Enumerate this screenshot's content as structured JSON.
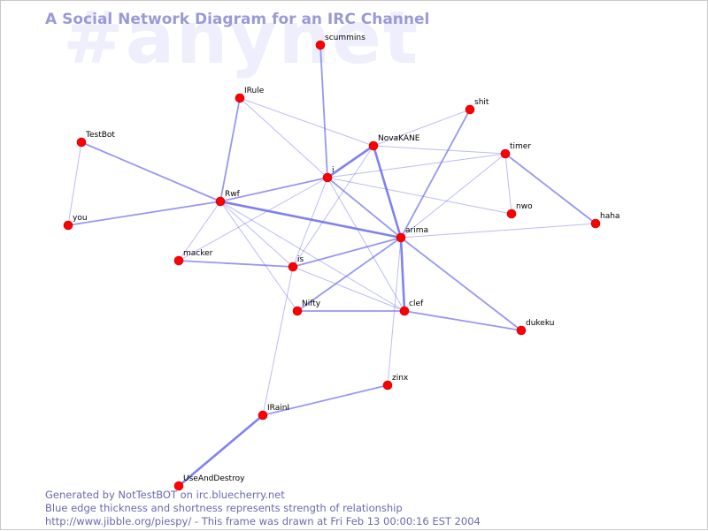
{
  "watermark": "#anynet",
  "title": "A Social Network Diagram for an IRC Channel",
  "footer": {
    "line1": "Generated by NotTestBOT on irc.bluecherry.net",
    "line2": "Blue edge thickness and shortness represents strength of relationship",
    "line3": "http://www.jibble.org/piespy/ - This frame was drawn at Fri Feb 13 00:00:16 EST 2004"
  },
  "colors": {
    "node": "#ff0000",
    "edge": "#6b6bef",
    "title": "#9a9ad8",
    "watermark": "#eeeefc",
    "footer": "#6a6ab0"
  },
  "nodes": [
    {
      "id": "scummins",
      "label": "scummins"
    },
    {
      "id": "IRule",
      "label": "IRule"
    },
    {
      "id": "shit",
      "label": "shit"
    },
    {
      "id": "TestBot",
      "label": "TestBot"
    },
    {
      "id": "NovaKANE",
      "label": "NovaKANE"
    },
    {
      "id": "timer",
      "label": "timer"
    },
    {
      "id": "i",
      "label": "i"
    },
    {
      "id": "Rwf",
      "label": "Rwf"
    },
    {
      "id": "nwo",
      "label": "nwo"
    },
    {
      "id": "you",
      "label": "you"
    },
    {
      "id": "haha",
      "label": "haha"
    },
    {
      "id": "arima",
      "label": "arima"
    },
    {
      "id": "macker",
      "label": "macker"
    },
    {
      "id": "is",
      "label": "is"
    },
    {
      "id": "Nifty",
      "label": "Nifty"
    },
    {
      "id": "clef",
      "label": "clef"
    },
    {
      "id": "dukeku",
      "label": "dukeku"
    },
    {
      "id": "zinx",
      "label": "zinx"
    },
    {
      "id": "IRainI",
      "label": "IRainI"
    },
    {
      "id": "UseAndDestroy",
      "label": "UseAndDestroy"
    }
  ],
  "edges": [
    {
      "source": "scummins",
      "target": "i",
      "weight": 2
    },
    {
      "source": "IRule",
      "target": "i",
      "weight": 1
    },
    {
      "source": "IRule",
      "target": "Rwf",
      "weight": 2
    },
    {
      "source": "TestBot",
      "target": "Rwf",
      "weight": 2
    },
    {
      "source": "TestBot",
      "target": "you",
      "weight": 1
    },
    {
      "source": "you",
      "target": "Rwf",
      "weight": 2
    },
    {
      "source": "Rwf",
      "target": "i",
      "weight": 2
    },
    {
      "source": "Rwf",
      "target": "arima",
      "weight": 3
    },
    {
      "source": "Rwf",
      "target": "macker",
      "weight": 1
    },
    {
      "source": "Rwf",
      "target": "is",
      "weight": 1
    },
    {
      "source": "Rwf",
      "target": "Nifty",
      "weight": 1
    },
    {
      "source": "Rwf",
      "target": "clef",
      "weight": 1
    },
    {
      "source": "NovaKANE",
      "target": "i",
      "weight": 3
    },
    {
      "source": "NovaKANE",
      "target": "arima",
      "weight": 3
    },
    {
      "source": "NovaKANE",
      "target": "shit",
      "weight": 1
    },
    {
      "source": "NovaKANE",
      "target": "timer",
      "weight": 1
    },
    {
      "source": "NovaKANE",
      "target": "is",
      "weight": 1
    },
    {
      "source": "NovaKANE",
      "target": "IRule",
      "weight": 1
    },
    {
      "source": "shit",
      "target": "arima",
      "weight": 2
    },
    {
      "source": "timer",
      "target": "nwo",
      "weight": 1
    },
    {
      "source": "timer",
      "target": "haha",
      "weight": 2
    },
    {
      "source": "timer",
      "target": "arima",
      "weight": 1
    },
    {
      "source": "timer",
      "target": "i",
      "weight": 1
    },
    {
      "source": "i",
      "target": "arima",
      "weight": 2
    },
    {
      "source": "i",
      "target": "nwo",
      "weight": 1
    },
    {
      "source": "i",
      "target": "macker",
      "weight": 1
    },
    {
      "source": "i",
      "target": "clef",
      "weight": 1
    },
    {
      "source": "i",
      "target": "is",
      "weight": 1
    },
    {
      "source": "haha",
      "target": "arima",
      "weight": 1
    },
    {
      "source": "arima",
      "target": "is",
      "weight": 2
    },
    {
      "source": "arima",
      "target": "Nifty",
      "weight": 2
    },
    {
      "source": "arima",
      "target": "clef",
      "weight": 3
    },
    {
      "source": "arima",
      "target": "dukeku",
      "weight": 2
    },
    {
      "source": "arima",
      "target": "zinx",
      "weight": 1
    },
    {
      "source": "macker",
      "target": "is",
      "weight": 2
    },
    {
      "source": "is",
      "target": "clef",
      "weight": 1
    },
    {
      "source": "is",
      "target": "IRainI",
      "weight": 1
    },
    {
      "source": "Nifty",
      "target": "clef",
      "weight": 2
    },
    {
      "source": "clef",
      "target": "dukeku",
      "weight": 2
    },
    {
      "source": "zinx",
      "target": "IRainI",
      "weight": 2
    },
    {
      "source": "IRainI",
      "target": "UseAndDestroy",
      "weight": 3
    }
  ]
}
